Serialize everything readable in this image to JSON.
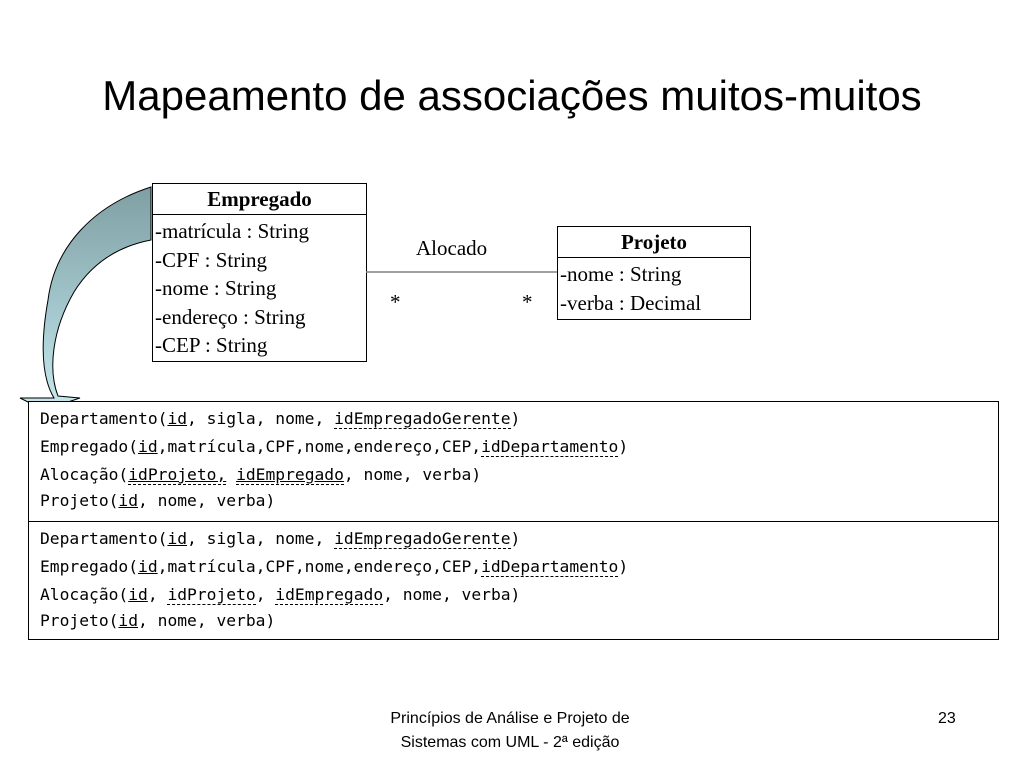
{
  "slide": {
    "title": "Mapeamento de associações muitos-muitos",
    "footer_line1": "Princípios de Análise e Projeto de",
    "footer_line2": "Sistemas com UML - 2ª edição",
    "page_number": "23"
  },
  "diagram": {
    "empregado": {
      "name": "Empregado",
      "attributes": [
        "-matrícula : String",
        "-CPF : String",
        "-nome : String",
        "-endereço : String",
        "-CEP : String"
      ]
    },
    "projeto": {
      "name": "Projeto",
      "attributes": [
        "-nome : String",
        "-verba : Decimal"
      ]
    },
    "association": {
      "name": "Alocado",
      "left_multiplicity": "*",
      "right_multiplicity": "*"
    }
  },
  "mappings": {
    "section1": {
      "departamento": {
        "pre": "Departamento(",
        "pk": "id",
        "mid": ", sigla, nome, ",
        "fk": "idEmpregadoGerente",
        "post": ")"
      },
      "empregado": {
        "pre": "Empregado(",
        "pk": "id",
        "mid": ",matrícula,CPF,nome,endereço,CEP,",
        "fk": "idDepartamento",
        "post": ")"
      },
      "alocacao": {
        "pre": "Alocação(",
        "pk_fk1": "idProjeto,",
        "sep": " ",
        "pk_fk2": "idEmpregado",
        "post": ", nome, verba)"
      },
      "projeto": {
        "pre": "Projeto(",
        "pk": "id",
        "post": ", nome, verba)"
      }
    },
    "section2": {
      "departamento": {
        "pre": "Departamento(",
        "pk": "id",
        "mid": ", sigla, nome, ",
        "fk": "idEmpregadoGerente",
        "post": ")"
      },
      "empregado": {
        "pre": "Empregado(",
        "pk": "id",
        "mid": ",matrícula,CPF,nome,endereço,CEP,",
        "fk": "idDepartamento",
        "post": ")"
      },
      "alocacao": {
        "pre": "Alocação(",
        "pk": "id",
        "sep1": ", ",
        "fk1": "idProjeto",
        "sep2": ", ",
        "fk2": "idEmpregado",
        "post": ", nome, verba)"
      },
      "projeto": {
        "pre": "Projeto(",
        "pk": "id",
        "post": ", nome, verba)"
      }
    }
  },
  "colors": {
    "arrow_top": "#7f9fa3",
    "arrow_bottom": "#c4e6ec",
    "arrow_outline": "#000000"
  }
}
